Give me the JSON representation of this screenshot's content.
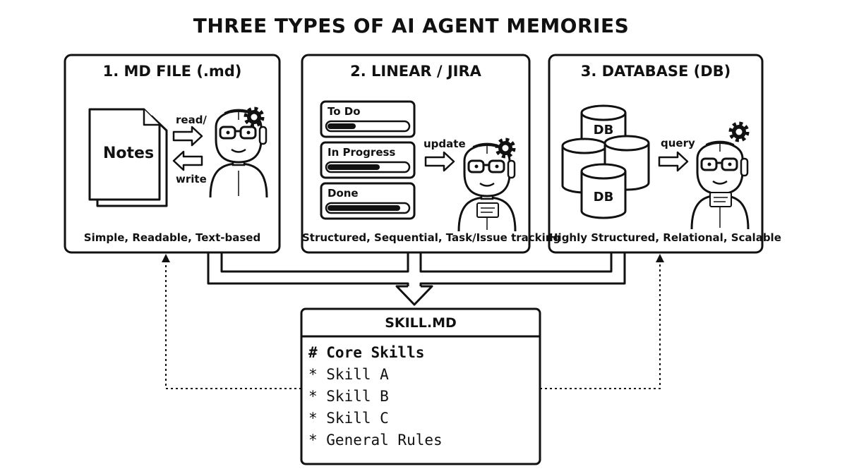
{
  "title": "THREE TYPES OF AI AGENT MEMORIES",
  "panels": [
    {
      "heading": "1. MD FILE (.md)",
      "caption": "Simple, Readable, Text-based",
      "document_label": "Notes",
      "arrow_labels": [
        "read/",
        "write"
      ]
    },
    {
      "heading": "2. LINEAR / JIRA",
      "caption": "Structured, Sequential, Task/Issue tracking",
      "tasks": [
        {
          "label": "To Do",
          "progress": 0.35
        },
        {
          "label": "In Progress",
          "progress": 0.65
        },
        {
          "label": "Done",
          "progress": 0.9
        }
      ],
      "arrow_label": "update"
    },
    {
      "heading": "3. DATABASE (DB)",
      "caption": "Highly Structured, Relational, Scalable",
      "db_labels": [
        "DB",
        "DB"
      ],
      "arrow_label": "query"
    }
  ],
  "skill_file": {
    "title": "SKILL.MD",
    "lines": [
      "# Core Skills",
      "* Skill A",
      "* Skill B",
      "* Skill C",
      "* General Rules"
    ]
  },
  "icons": [
    "document-icon",
    "robot-icon",
    "gear-icon",
    "database-icon",
    "arrow-icon"
  ]
}
